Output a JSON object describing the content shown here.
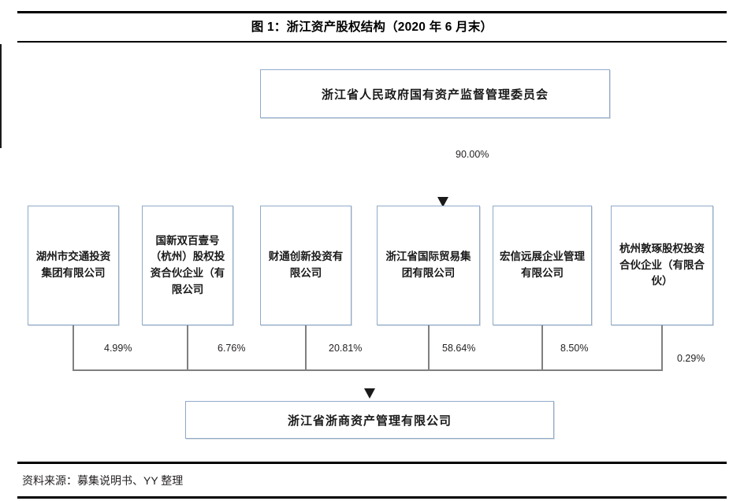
{
  "figure": {
    "title": "图 1：浙江资产股权结构（2020 年 6 月末）",
    "source": "资料来源：募集说明书、YY 整理"
  },
  "chart_data": {
    "type": "diagram",
    "title": "图 1：浙江资产股权结构（2020 年 6 月末）",
    "diagram_kind": "ownership-structure-tree",
    "as_of": "2020 年 6 月末",
    "nodes": {
      "controller": {
        "id": "sasac",
        "label": "浙江省人民政府国有资产监督管理委员会",
        "level": "top"
      },
      "shareholders": [
        {
          "id": "huzhou",
          "label": "湖州市交通投资集团有限公司",
          "stake": "4.99%",
          "stake_value": 4.99
        },
        {
          "id": "guoxin",
          "label": "国新双百壹号（杭州）股权投资合伙企业（有限公司",
          "stake": "6.76%",
          "stake_value": 6.76
        },
        {
          "id": "caitong",
          "label": "财通创新投资有限公司",
          "stake": "20.81%",
          "stake_value": 20.81
        },
        {
          "id": "trade",
          "label": "浙江省国际贸易集团有限公司",
          "stake": "58.64%",
          "stake_value": 58.64
        },
        {
          "id": "hongxin",
          "label": "宏信远展企业管理有限公司",
          "stake": "8.50%",
          "stake_value": 8.5
        },
        {
          "id": "dunzhuo",
          "label": "杭州敦琢股权投资合伙企业（有限合伙）",
          "stake": "0.29%",
          "stake_value": 0.29
        }
      ],
      "target": {
        "id": "zheshang",
        "label": "浙江省浙商资产管理有限公司",
        "level": "bottom"
      }
    },
    "edges": [
      {
        "from": "sasac",
        "to": "trade",
        "label": "90.00%",
        "value": 90.0
      },
      {
        "from": "huzhou",
        "to": "zheshang",
        "label": "4.99%",
        "value": 4.99
      },
      {
        "from": "guoxin",
        "to": "zheshang",
        "label": "6.76%",
        "value": 6.76
      },
      {
        "from": "caitong",
        "to": "zheshang",
        "label": "20.81%",
        "value": 20.81
      },
      {
        "from": "trade",
        "to": "zheshang",
        "label": "58.64%",
        "value": 58.64
      },
      {
        "from": "hongxin",
        "to": "zheshang",
        "label": "8.50%",
        "value": 8.5
      },
      {
        "from": "dunzhuo",
        "to": "zheshang",
        "label": "0.29%",
        "value": 0.29
      }
    ],
    "colors": {
      "box_border": "#8faac9",
      "connector": "#808080",
      "arrow": "#1a1a1a",
      "rule": "#000000",
      "background": "#ffffff"
    }
  }
}
